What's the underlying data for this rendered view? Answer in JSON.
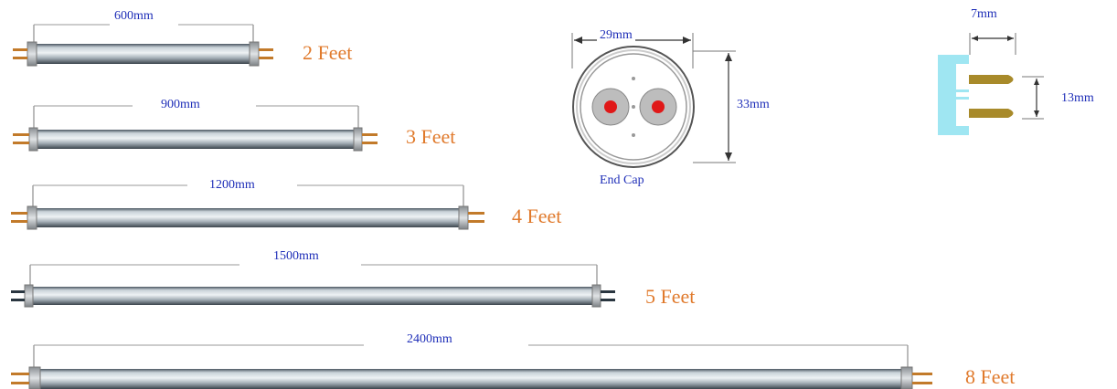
{
  "tubes": [
    {
      "length": "600mm",
      "size": "2 Feet"
    },
    {
      "length": "900mm",
      "size": "3 Feet"
    },
    {
      "length": "1200mm",
      "size": "4 Feet"
    },
    {
      "length": "1500mm",
      "size": "5 Feet"
    },
    {
      "length": "2400mm",
      "size": "8 Feet"
    }
  ],
  "end_cap": {
    "label": "End Cap",
    "width": "29mm",
    "height": "33mm"
  },
  "pin": {
    "length": "7mm",
    "spacing": "13mm"
  },
  "colors": {
    "dimension_text": "#1f2fb8",
    "size_text": "#e07a2c",
    "pin_red": "#e01818",
    "pin_brass": "#a88a2a",
    "cap_cyan": "#9fe6f2"
  }
}
